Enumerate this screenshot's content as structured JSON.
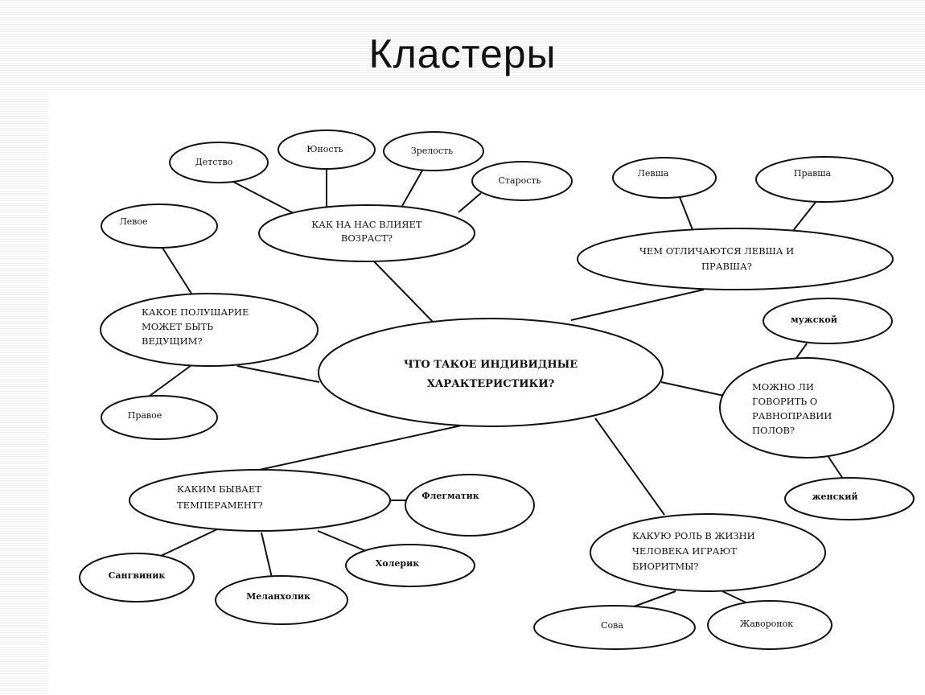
{
  "slide": {
    "title": "Кластеры"
  },
  "diagram": {
    "center": {
      "lines": [
        "ЧТО ТАКОЕ ИНДИВИДНЫЕ",
        "ХАРАКТЕРИСТИКИ?"
      ]
    },
    "age": {
      "question": [
        "КАК НА НАС ВЛИЯЕТ",
        "ВОЗРАСТ?"
      ],
      "items": [
        "Детство",
        "Юность",
        "Зрелость",
        "Старость"
      ]
    },
    "hemisphere": {
      "question": [
        "КАКОЕ ПОЛУШАРИЕ",
        "МОЖЕТ БЫТЬ",
        "ВЕДУЩИМ?"
      ],
      "items": [
        "Левое",
        "Правое"
      ]
    },
    "handedness": {
      "question": [
        "ЧЕМ ОТЛИЧАЮТСЯ ЛЕВША И",
        "ПРАВША?"
      ],
      "items": [
        "Левша",
        "Правша"
      ]
    },
    "gender": {
      "question": [
        "МОЖНО ЛИ",
        "ГОВОРИТЬ О",
        "РАВНОПРАВИИ",
        "ПОЛОВ?"
      ],
      "items": [
        "мужской",
        "женский"
      ]
    },
    "temperament": {
      "question": [
        "КАКИМ БЫВАЕТ",
        "ТЕМПЕРАМЕНТ?"
      ],
      "items": [
        "Флегматик",
        "Сангвиник",
        "Меланхолик",
        "Холерик"
      ]
    },
    "biorhythms": {
      "question": [
        "КАКУЮ РОЛЬ В ЖИЗНИ",
        "ЧЕЛОВЕКА ИГРАЮТ",
        "БИОРИТМЫ?"
      ],
      "items": [
        "Сова",
        "Жаворонок"
      ]
    }
  }
}
